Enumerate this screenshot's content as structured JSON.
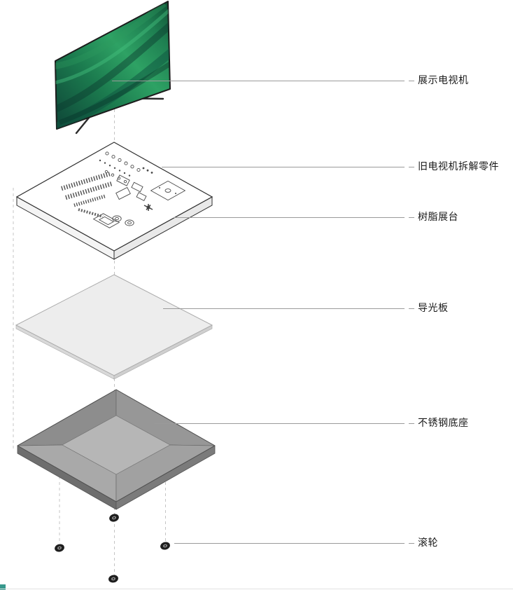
{
  "figure": {
    "type": "exploded-assembly-diagram"
  },
  "callouts": [
    {
      "id": "display-tv",
      "label": "展示电视机"
    },
    {
      "id": "old-tv-parts",
      "label": "旧电视机拆解零件"
    },
    {
      "id": "resin-platform",
      "label": "树脂展台"
    },
    {
      "id": "light-guide-plate",
      "label": "导光板"
    },
    {
      "id": "steel-base",
      "label": "不锈钢底座"
    },
    {
      "id": "casters",
      "label": "滚轮"
    }
  ],
  "colors": {
    "background": "#ffffff",
    "label_text": "#1a1a1a",
    "leader_line": "#9a9a9a",
    "guide_dash": "#c4c4c4",
    "screen_dark_teal": "#0e4437",
    "screen_green": "#2ea264",
    "screen_light_green": "#45c27e",
    "platform_top": "#ffffff",
    "platform_outline": "#2e2e2e",
    "plate_gray": "#ededed",
    "base_gray": "#979797",
    "base_floor_gray": "#b6b6b6",
    "base_wall_dark": "#6e6e6e",
    "wheel_black": "#1e1e1e"
  }
}
